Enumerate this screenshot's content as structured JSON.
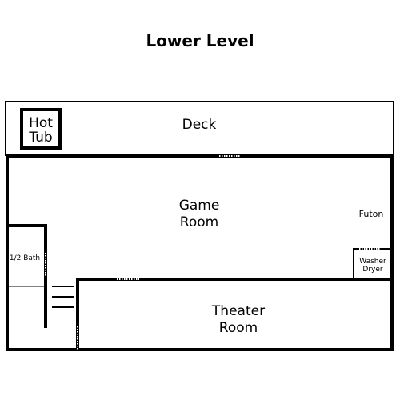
{
  "title": "Lower Level",
  "rooms": {
    "deck": "Deck",
    "hot_tub_line1": "Hot",
    "hot_tub_line2": "Tub",
    "game_room_line1": "Game",
    "game_room_line2": "Room",
    "futon": "Futon",
    "half_bath": "1/2 Bath",
    "washer": "Washer",
    "dryer": "Dryer",
    "theater_line1": "Theater",
    "theater_line2": "Room"
  },
  "colors": {
    "wall": "#000000",
    "background": "#ffffff"
  }
}
